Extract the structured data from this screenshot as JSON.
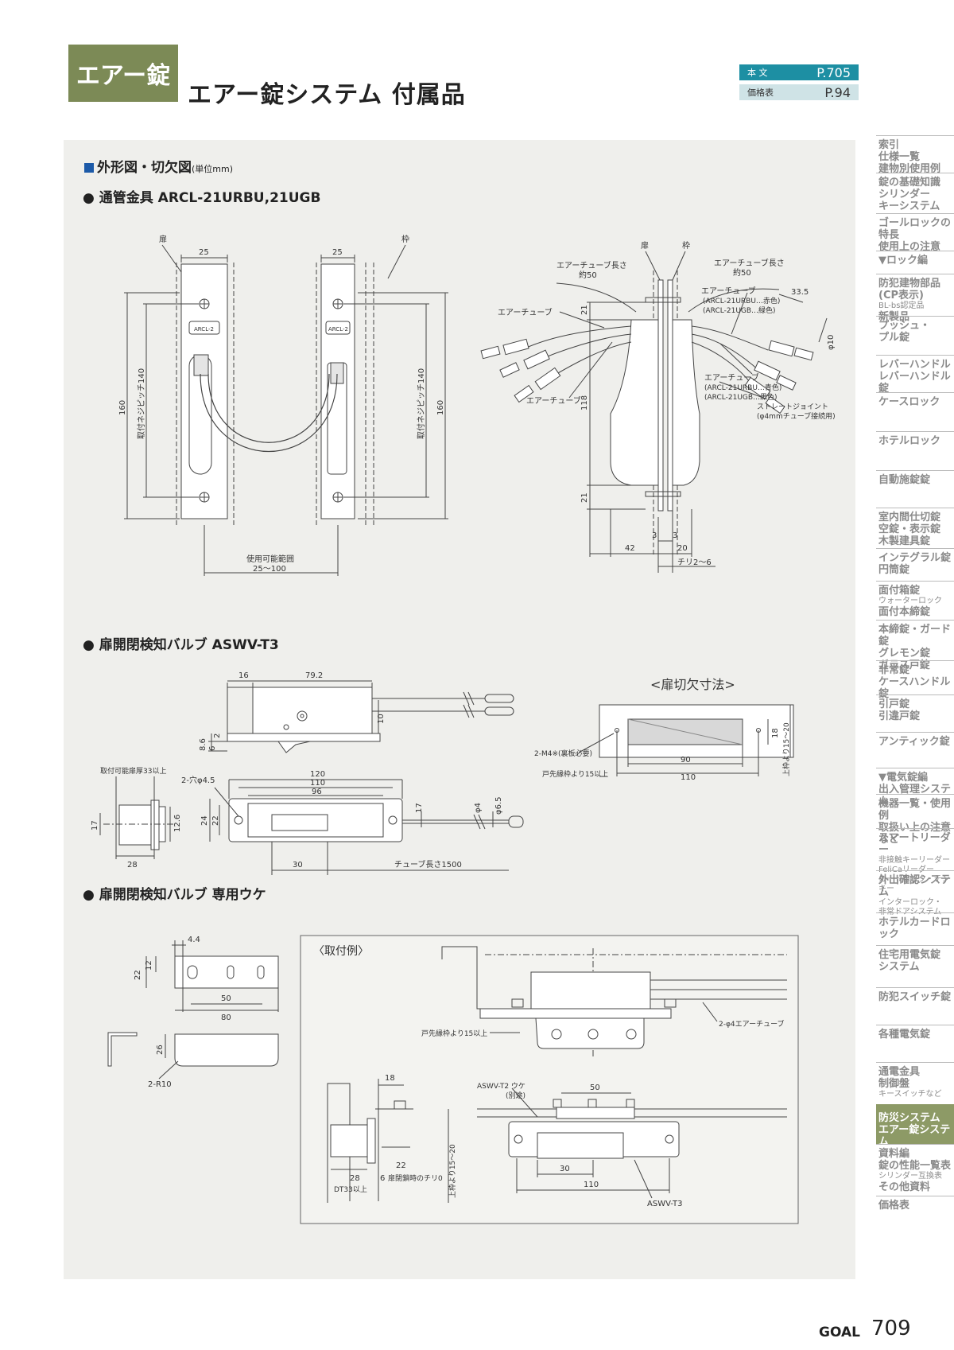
{
  "header": {
    "tag": "エアー錠",
    "title": "エアー錠システム 付属品",
    "refs": [
      {
        "key": "本 文",
        "value": "P.705"
      },
      {
        "key": "価格表",
        "value": "P.94"
      }
    ]
  },
  "sections": {
    "outline": {
      "title": "外形図・切欠図",
      "unit": "(単位mm)"
    },
    "s1": "通管金具 ARCL-21URBU,21UGB",
    "s2": "扉開閉検知バルブ ASWV-T3",
    "s3": "扉開閉検知バルブ 専用ウケ"
  },
  "drawing1": {
    "labels": {
      "door": "扉",
      "frame": "枠",
      "w25a": "25",
      "w25b": "25",
      "h160a": "160",
      "h160b": "160",
      "pitch_a": "取付ネジピッチ140",
      "pitch_b": "取付ネジピッチ140",
      "range_title": "使用可能範囲",
      "range_val": "25～100",
      "model_a": "ARCL-2",
      "model_b": "ARCL-2"
    }
  },
  "drawing2": {
    "labels": {
      "door": "扉",
      "frame": "枠",
      "tube_len_l1": "エアーチューブ長さ",
      "tube_len_l2": "約50",
      "tube_len_r1": "エアーチューブ長さ",
      "tube_len_r2": "約50",
      "air_tube_1": "エアーチューブ",
      "air_tube_2": "エアーチューブ",
      "air_tube_r1": "エアーチューブ",
      "air_tube_r1a": "(ARCL-21URBU…赤色)",
      "air_tube_r1b": "(ARCL-21UGB…緑色)",
      "air_tube_r2": "エアーチューブ",
      "air_tube_r2a": "(ARCL-21URBU…青色)",
      "air_tube_r2b": "(ARCL-21UGB…黒色)",
      "straight_joint": "ストレートジョイント",
      "straight_joint_sub": "(φ4mmチューブ接続用)",
      "d335": "33.5",
      "phi10": "φ10",
      "h21a": "21",
      "h118": "118",
      "h21b": "21",
      "w3a": "3",
      "w3b": "3",
      "w42": "42",
      "w20": "20",
      "chiri": "チリ2～6"
    }
  },
  "drawing3": {
    "labels": {
      "d16": "16",
      "d792": "79.2",
      "d10": "10",
      "d2": "2",
      "d86": "8.6",
      "d6": "6",
      "mount_thick": "取付可能扉厚33以上",
      "d17": "17",
      "d126": "12.6",
      "d28": "28",
      "d120": "120",
      "d110": "110",
      "d96": "96",
      "hole": "2-穴φ4.5",
      "d24": "24",
      "d22": "22",
      "d17b": "17",
      "phi4": "φ4",
      "phi65": "φ6.5",
      "d30": "30",
      "tube_len": "チューブ長さ1500"
    }
  },
  "cutout": {
    "title": "<扉切欠寸法>",
    "m4": "2-M4※(裏板必要)",
    "edge": "戸先縁枠より15以上",
    "w90": "90",
    "w110": "110",
    "d18": "18",
    "from_top": "上枠より15～20"
  },
  "drawing4": {
    "labels": {
      "d44": "4.4",
      "d22": "22",
      "d12": "12",
      "d50": "50",
      "d80": "80",
      "d26": "26",
      "r10": "2-R10"
    }
  },
  "example": {
    "title": "〈取付例〉",
    "edge": "戸先縁枠より15以上",
    "tube": "2-φ4エアーチューブ",
    "d18": "18",
    "uke_l1": "ASWV-T2 ウケ",
    "uke_l2": "(別途)",
    "d50": "50",
    "d22": "22",
    "d28": "28",
    "d6": "6",
    "chiri": "扉閉鎖時のチリ0",
    "dt": "DT33以上",
    "from_top": "上枠より15～20",
    "d30": "30",
    "d110": "110",
    "model": "ASWV-T3"
  },
  "sidebar": {
    "items": [
      {
        "lines": [
          "索引",
          "仕様一覧",
          "建物別使用例"
        ]
      },
      {
        "lines": [
          "錠の基礎知識",
          "シリンダー",
          "キーシステム"
        ]
      },
      {
        "lines": [
          "ゴールロックの特長",
          "使用上の注意"
        ]
      },
      {
        "lines": [
          "▼ロック編"
        ]
      },
      {
        "lines": [
          "防犯建物部品",
          "(CP表示)",
          "BL-bs認定品",
          "新製品"
        ]
      },
      {
        "lines": [
          "プッシュ・",
          "プル錠"
        ]
      },
      {
        "lines": [
          "レバーハンドル",
          "レバーハンドル錠"
        ]
      },
      {
        "lines": [
          "ケースロック"
        ]
      },
      {
        "lines": [
          "ホテルロック"
        ]
      },
      {
        "lines": [
          "自動施錠錠"
        ]
      },
      {
        "lines": [
          "室内間仕切錠",
          "空錠・表示錠",
          "木製建具錠"
        ]
      },
      {
        "lines": [
          "インテグラル錠",
          "円筒錠"
        ]
      },
      {
        "lines": [
          "面付箱錠",
          "ウォーターロック",
          "面付本締錠"
        ]
      },
      {
        "lines": [
          "本締錠・ガード錠",
          "グレモン錠",
          "ガラス戸錠"
        ]
      },
      {
        "lines": [
          "非常錠",
          "ケースハンドル錠"
        ]
      },
      {
        "lines": [
          "引戸錠",
          "引違戸錠"
        ]
      },
      {
        "lines": [
          "アンティック錠"
        ]
      },
      {
        "lines": [
          "▼電気錠編",
          "出入管理システム"
        ]
      },
      {
        "lines": [
          "機器一覧・使用例",
          "取扱い上の注意など"
        ]
      },
      {
        "lines": [
          "スマートリーダー",
          "非接触キーリーダー",
          "FeliCaリーダー",
          "カードロック・テンキー"
        ]
      },
      {
        "lines": [
          "外出確認システム",
          "インターロック・",
          "非常ドアシステム"
        ]
      },
      {
        "lines": [
          "ホテルカードロック"
        ]
      },
      {
        "lines": [
          "住宅用電気錠",
          "システム"
        ]
      },
      {
        "lines": [
          "防犯スイッチ錠"
        ]
      },
      {
        "lines": [
          "各種電気錠"
        ]
      },
      {
        "lines": [
          "通電金具",
          "制御盤",
          "キースイッチなど"
        ]
      },
      {
        "lines": [
          "防災システム",
          "エアー錠システム"
        ]
      },
      {
        "lines": [
          "資料編",
          "錠の性能一覧表",
          "シリンダー互換表",
          "その他資料"
        ]
      },
      {
        "lines": [
          "価格表"
        ]
      }
    ]
  },
  "footer": {
    "brand": "GOAL",
    "page": "709"
  }
}
